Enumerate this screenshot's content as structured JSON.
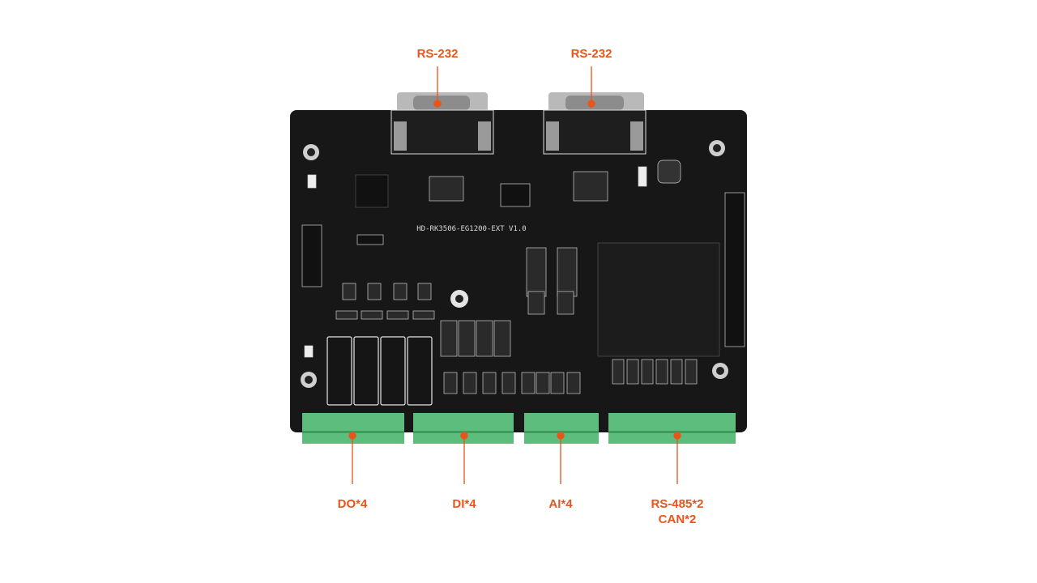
{
  "board": {
    "model_text": "HD-RK3506-EG1200-EXT V1.0",
    "colors": {
      "pcb": "#171717",
      "terminal": "#5dbd7c",
      "accent": "#e8541a",
      "connector_metal": "#b9b9b9"
    }
  },
  "callouts": {
    "rs232_left": {
      "label": "RS-232"
    },
    "rs232_right": {
      "label": "RS-232"
    },
    "do": {
      "label": "DO*4"
    },
    "di": {
      "label": "DI*4"
    },
    "ai": {
      "label": "AI*4"
    },
    "rs485_can": {
      "line1": "RS-485*2",
      "line2": "CAN*2"
    }
  }
}
